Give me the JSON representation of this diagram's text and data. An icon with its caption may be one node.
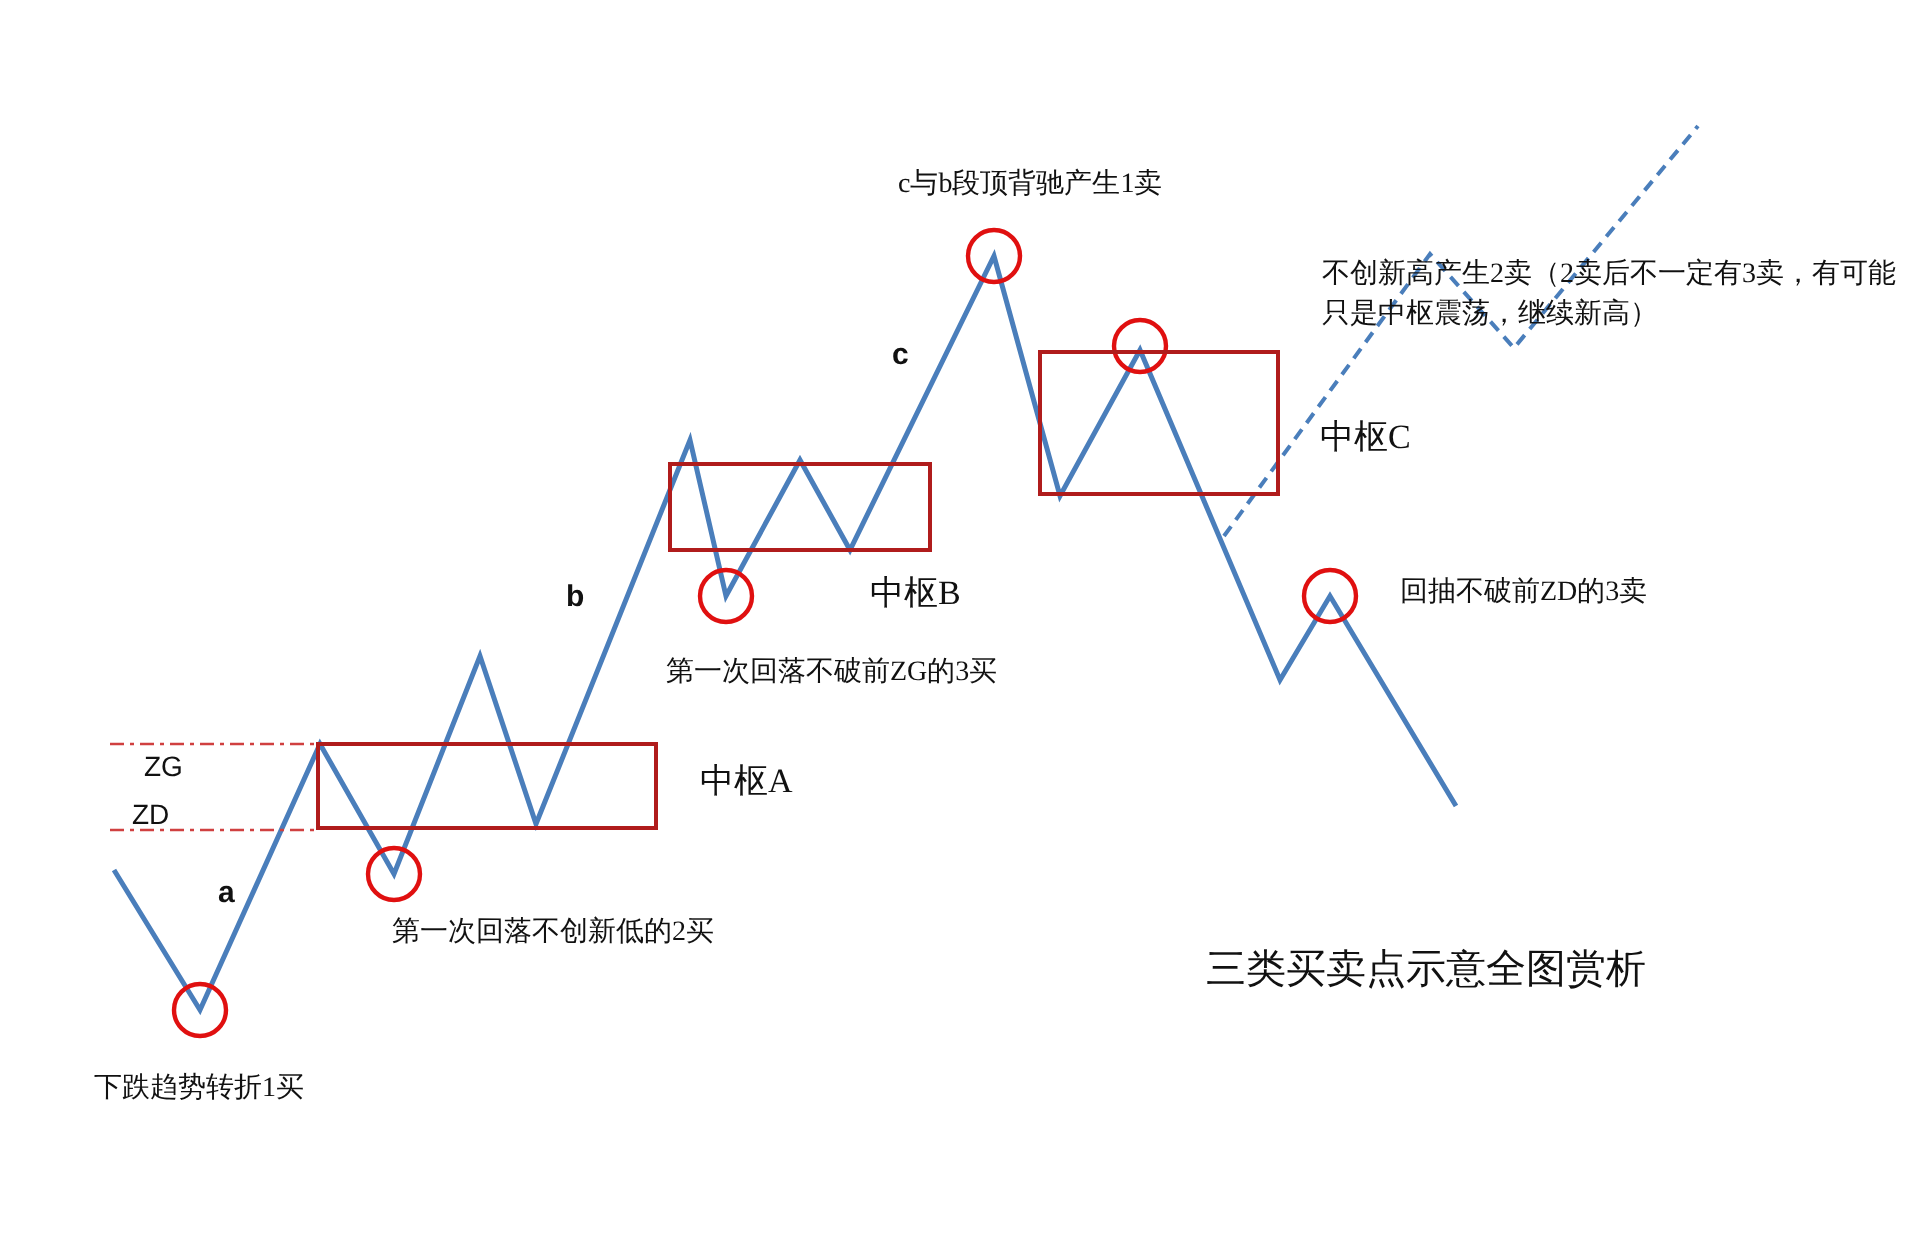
{
  "diagram": {
    "title": "三类买卖点示意全图赏析",
    "nodes": [
      {
        "text": [
          "中枢A"
        ]
      },
      {
        "text": [
          "中枢B"
        ]
      },
      {
        "text": [
          "中枢C"
        ]
      }
    ],
    "labels": [
      "c与b段顶背驰产生1卖",
      "不创新高产生2卖（2卖后不一定有3卖，有可能只是中枢震荡，继续新高）",
      "c",
      "b",
      "回抽不破前ZD的3卖",
      "第一次回落不破前ZG的3买",
      "ZG",
      "ZD",
      "a",
      "第一次回落不创新低的2买",
      "下跌趋势转折1买"
    ]
  }
}
